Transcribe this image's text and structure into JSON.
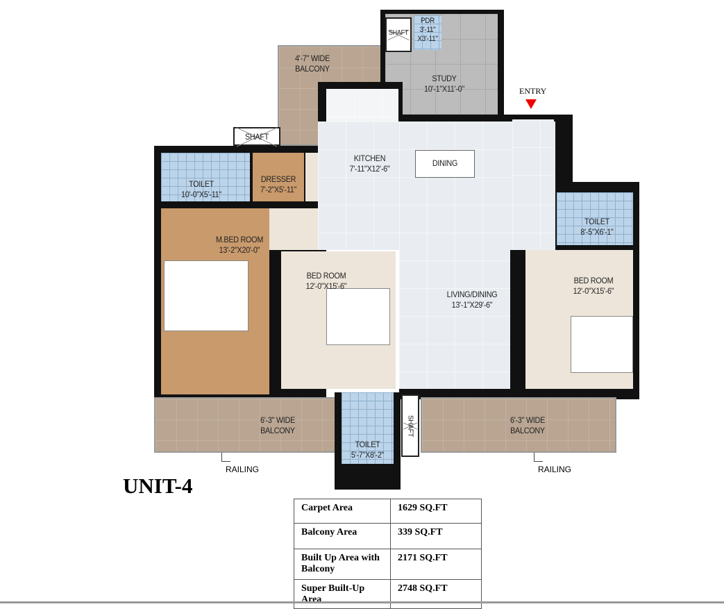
{
  "plan": {
    "title": "UNIT-4",
    "entry_label": "ENTRY",
    "rooms": {
      "study": {
        "name": "STUDY",
        "size": "10'-1\"X11'-0\""
      },
      "pdr": {
        "name": "PDR",
        "size": "3'-11\"",
        "size2": "X3'-11\""
      },
      "shaft_top": "SHAFT",
      "balcony_top": {
        "name": "4'-7\" WIDE",
        "name2": "BALCONY"
      },
      "shaft_mid": "SHAFT",
      "toilet_left": {
        "name": "TOILET",
        "size": "10'-0\"X5'-11\""
      },
      "dresser": {
        "name": "DRESSER",
        "size": "7'-2\"X5'-11\""
      },
      "kitchen": {
        "name": "KITCHEN",
        "size": "7'-11\"X12'-6\""
      },
      "dining": {
        "name": "DINING"
      },
      "master_bed": {
        "name": "M.BED ROOM",
        "size": "13'-2\"X20'-0\""
      },
      "bed_mid": {
        "name": "BED ROOM",
        "size": "12'-0\"X15'-6\""
      },
      "living": {
        "name": "LIVING/DINING",
        "size": "13'-1\"X29'-6\""
      },
      "toilet_right": {
        "name": "TOILET",
        "size": "8'-5\"X6'-1\""
      },
      "bed_right": {
        "name": "BED ROOM",
        "size": "12'-0\"X15'-6\""
      },
      "balcony_left": {
        "name": "6'-3\" WIDE",
        "name2": "BALCONY"
      },
      "balcony_right": {
        "name": "6'-3\" WIDE",
        "name2": "BALCONY"
      },
      "toilet_bottom": {
        "name": "TOILET",
        "size": "5'-7\"X8'-2\""
      },
      "shaft_bottom": "SHAFT"
    },
    "railing_left": "RAILING",
    "railing_right": "RAILING",
    "colors": {
      "entry_marker": "#ee0000",
      "tile": "#bcd4ea",
      "wood": "#c99a6c",
      "balcony": "#b9a592"
    }
  },
  "area_table": [
    {
      "label": "Carpet Area",
      "value": "1629 SQ.FT"
    },
    {
      "label": "Balcony Area",
      "value": "339 SQ.FT"
    },
    {
      "label": "Built Up Area with Balcony",
      "value": "2171 SQ.FT"
    },
    {
      "label": "Super Built-Up Area",
      "value": "2748 SQ.FT"
    }
  ]
}
